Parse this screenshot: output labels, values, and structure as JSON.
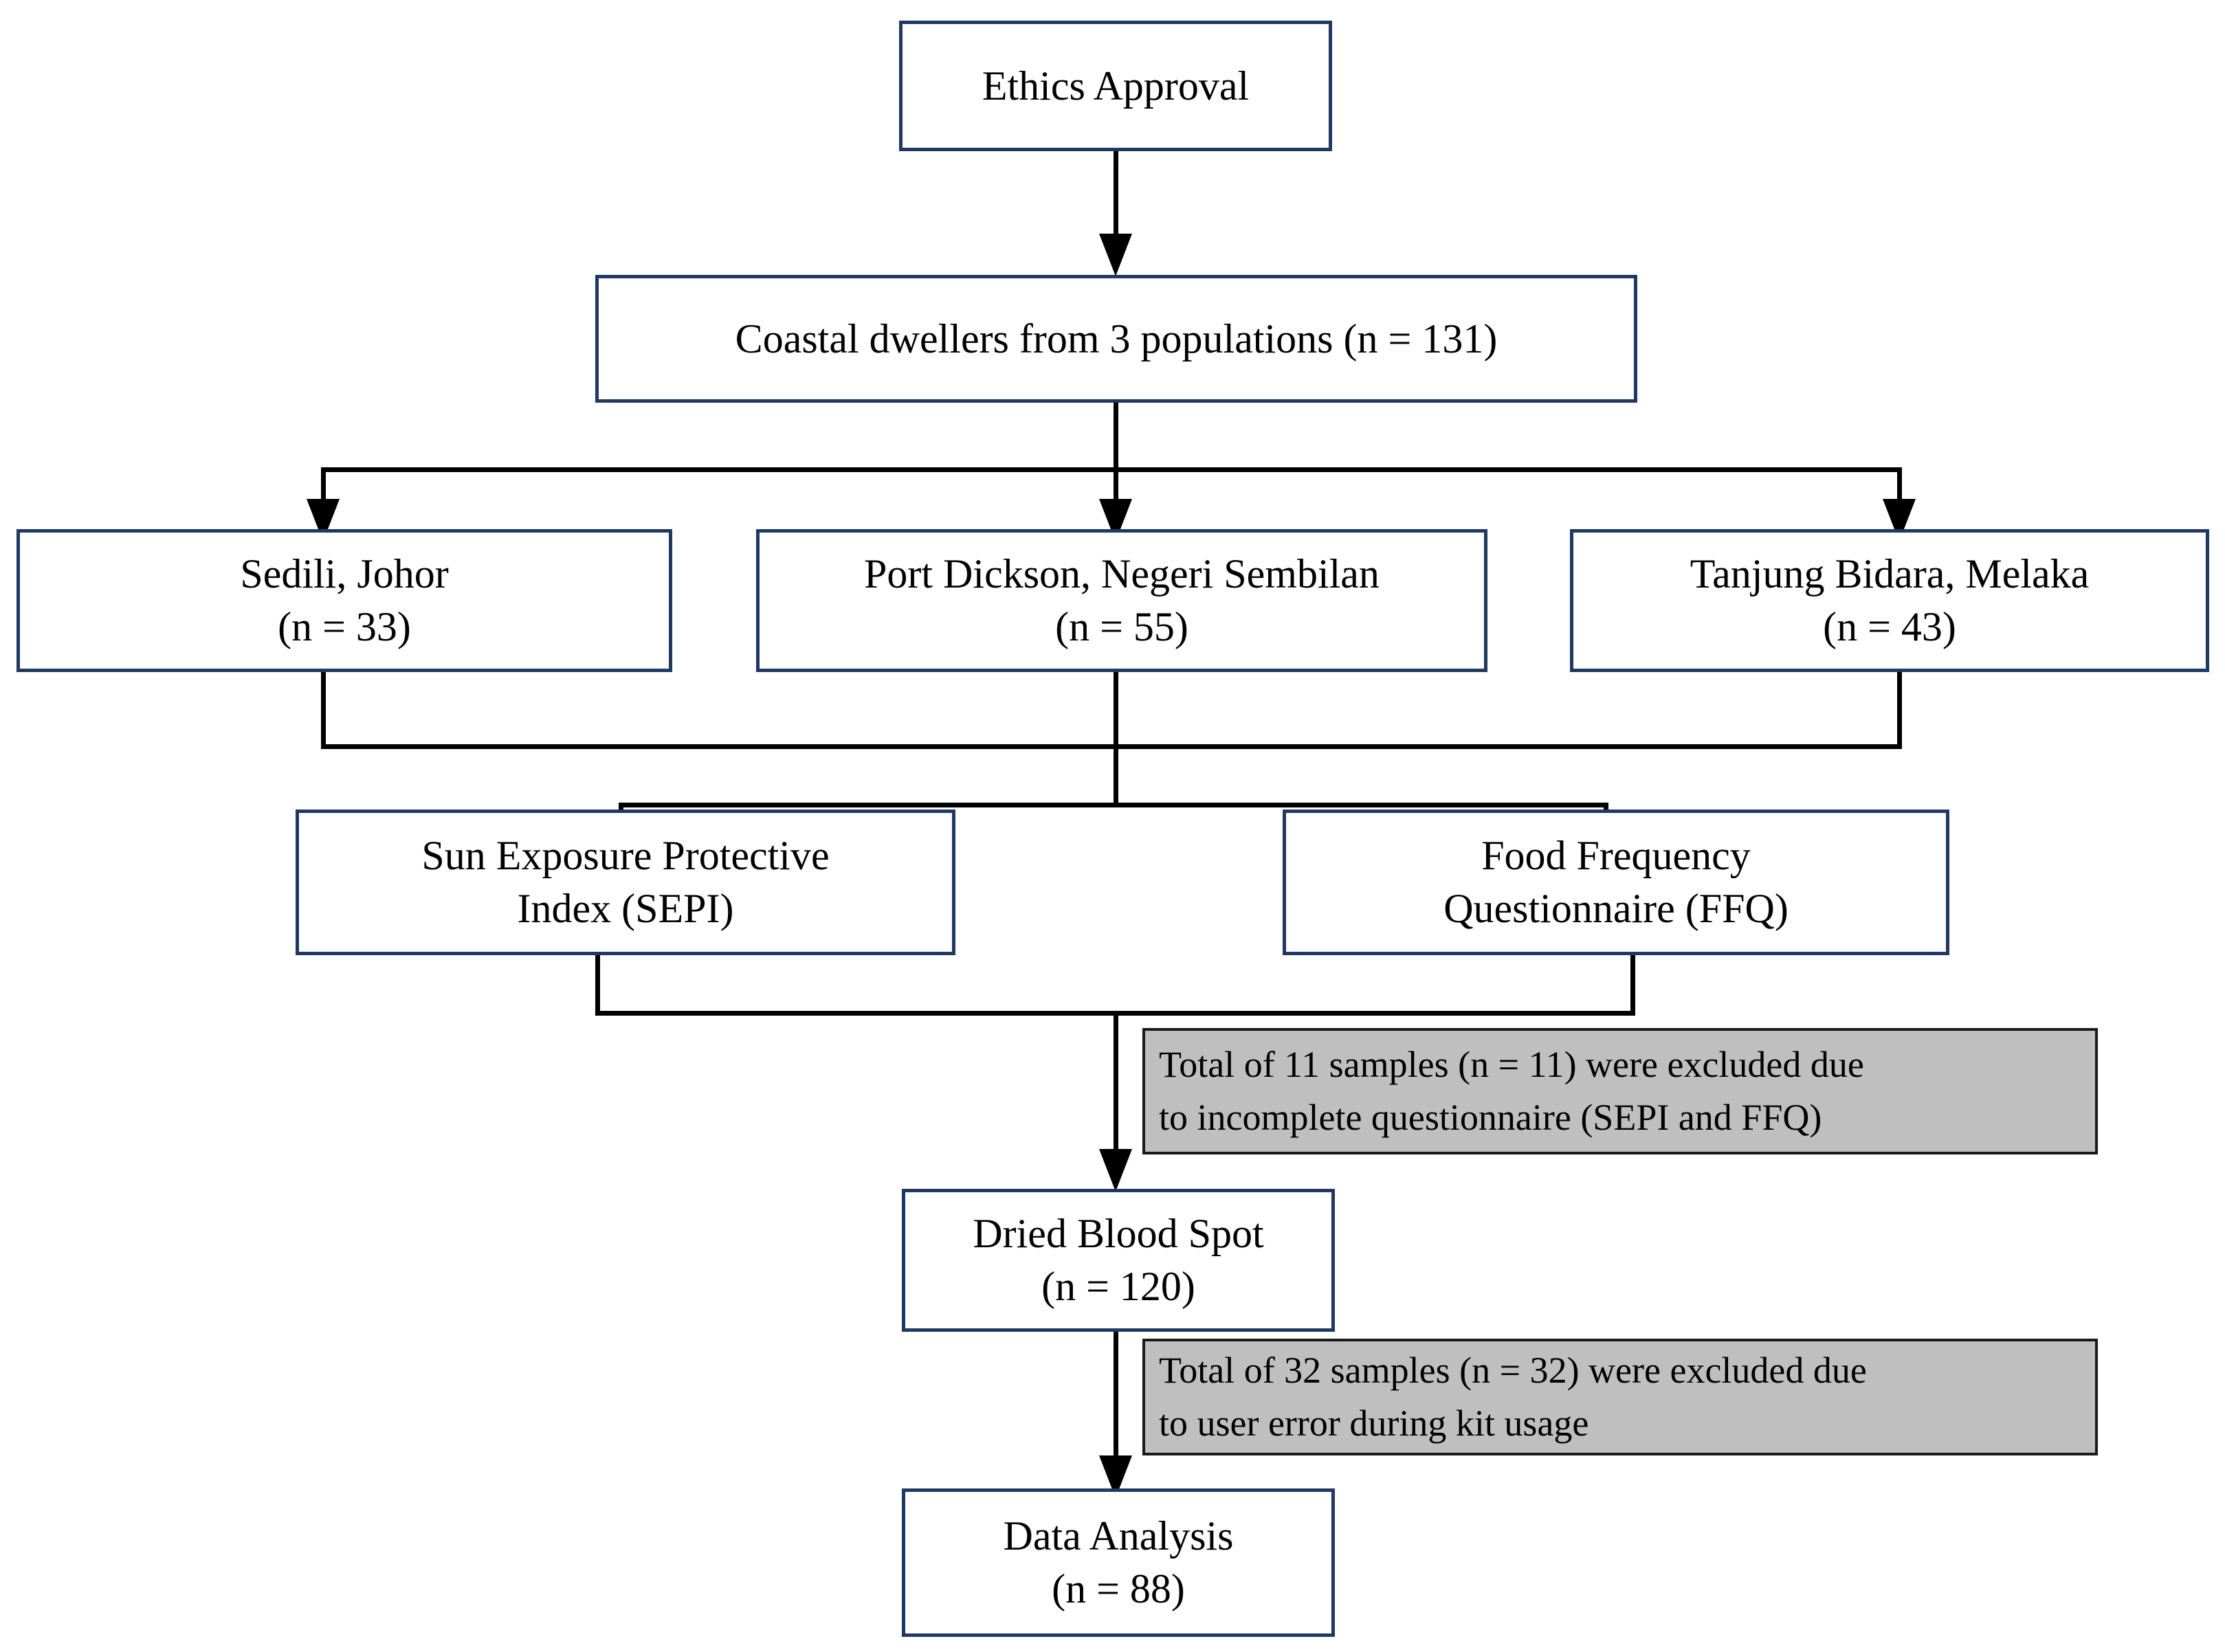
{
  "diagram": {
    "title": "Study participant flow diagram",
    "colors": {
      "node_border": "#1F3864",
      "node_fill": "#FFFFFF",
      "note_fill": "#BFBFBF",
      "note_border": "#1A1A1A",
      "connector": "#000000",
      "text": "#000000"
    },
    "nodes": [
      {
        "id": "ethics-approval",
        "name": "ethics-approval-box",
        "lines": [
          "Ethics Approval"
        ]
      },
      {
        "id": "coastal-dwellers",
        "name": "coastal-dwellers-box",
        "lines": [
          "Coastal dwellers from 3 populations (n = 131)"
        ]
      },
      {
        "id": "sedili-johor",
        "name": "site-sedili-johor-box",
        "lines": [
          "Sedili, Johor",
          "(n = 33)"
        ]
      },
      {
        "id": "port-dickson",
        "name": "site-port-dickson-box",
        "lines": [
          "Port Dickson, Negeri Sembilan",
          "(n = 55)"
        ]
      },
      {
        "id": "tanjung-bidara",
        "name": "site-tanjung-bidara-box",
        "lines": [
          "Tanjung Bidara, Melaka",
          "(n = 43)"
        ]
      },
      {
        "id": "sepi",
        "name": "sun-exposure-protective-index-box",
        "lines": [
          "Sun Exposure Protective",
          "Index (SEPI)"
        ]
      },
      {
        "id": "ffq",
        "name": "food-frequency-questionnaire-box",
        "lines": [
          "Food Frequency",
          "Questionnaire (FFQ)"
        ]
      },
      {
        "id": "dried-blood-spot",
        "name": "dried-blood-spot-box",
        "lines": [
          "Dried Blood Spot",
          "(n = 120)"
        ]
      },
      {
        "id": "data-analysis",
        "name": "data-analysis-box",
        "lines": [
          "Data Analysis",
          "(n = 88)"
        ]
      }
    ],
    "notes": [
      {
        "id": "exclusion-questionnaire",
        "name": "exclusion-note-questionnaire",
        "lines": [
          "Total of 11 samples (n = 11) were excluded due",
          "to incomplete questionnaire (SEPI and FFQ)"
        ]
      },
      {
        "id": "exclusion-kit-usage",
        "name": "exclusion-note-kit-usage",
        "lines": [
          "Total of 32 samples (n = 32) were excluded due",
          "to user error during kit usage"
        ]
      }
    ]
  }
}
